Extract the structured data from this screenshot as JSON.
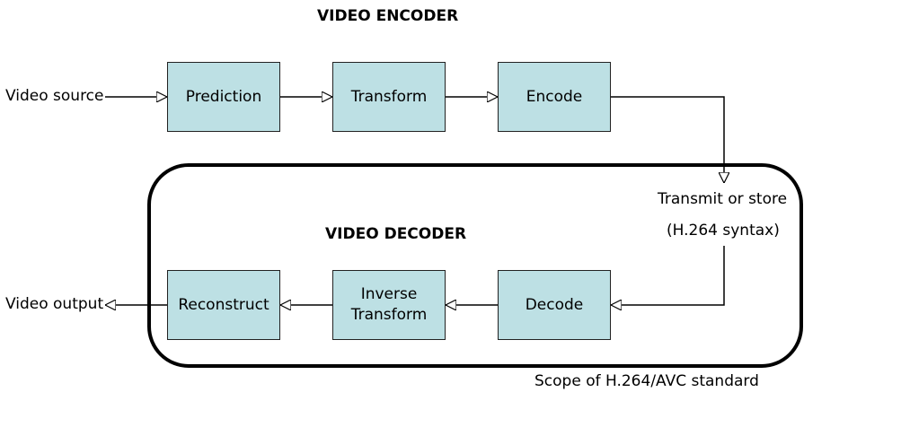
{
  "encoder": {
    "title": "VIDEO ENCODER",
    "input_label": "Video source",
    "steps": [
      "Prediction",
      "Transform",
      "Encode"
    ]
  },
  "channel": {
    "line1": "Transmit or store",
    "line2": "(H.264 syntax)"
  },
  "decoder": {
    "title": "VIDEO DECODER",
    "output_label": "Video output",
    "steps": {
      "decode": "Decode",
      "inverse_line1": "Inverse",
      "inverse_line2": "Transform",
      "reconstruct": "Reconstruct"
    }
  },
  "scope_caption": "Scope of H.264/AVC standard",
  "colors": {
    "box_fill": "#bde0e4",
    "stroke": "#000000"
  }
}
